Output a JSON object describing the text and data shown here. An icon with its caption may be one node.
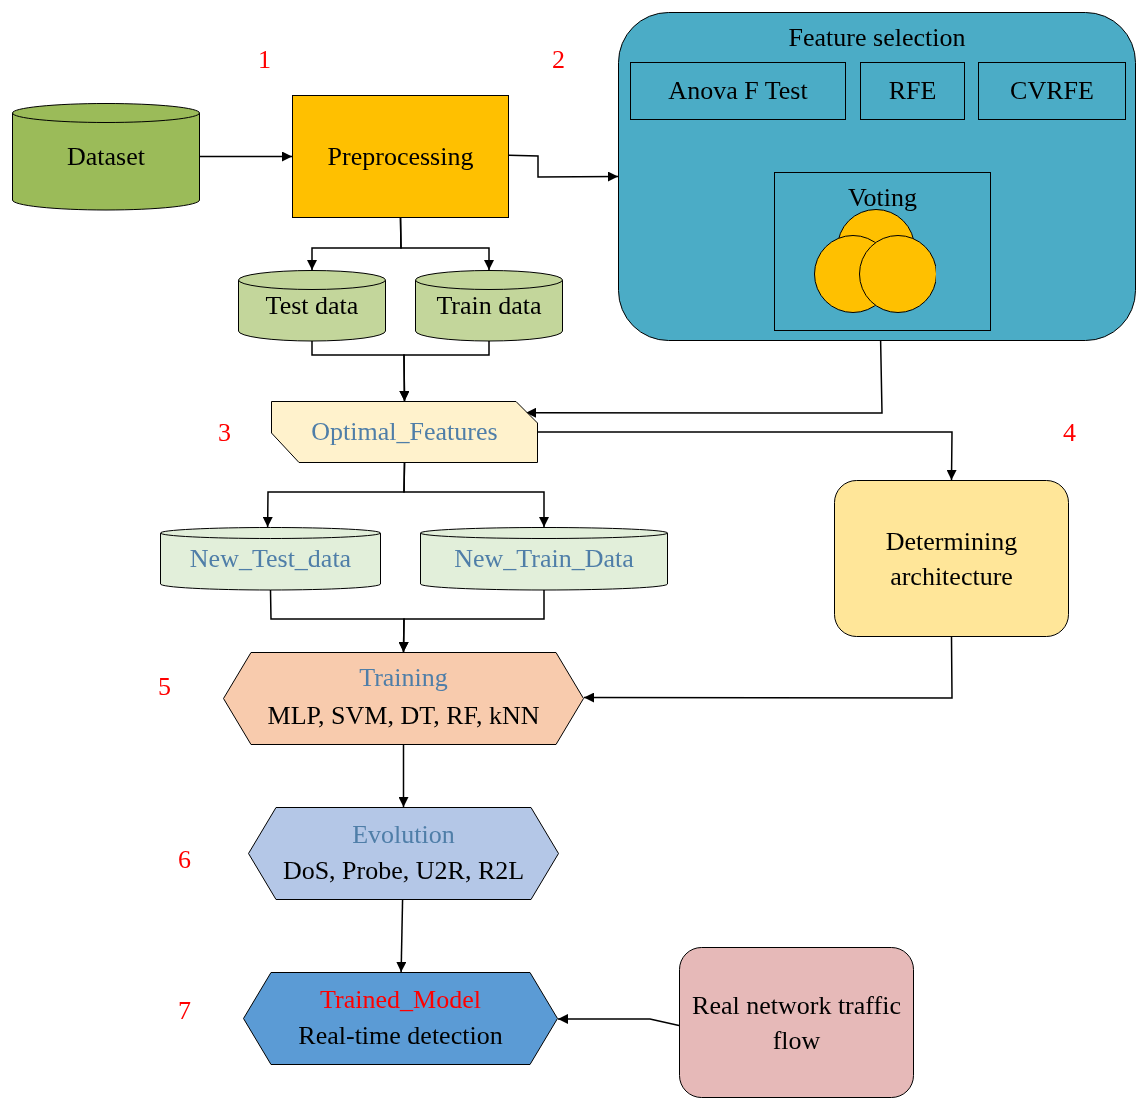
{
  "diagram": {
    "nodes": [
      {
        "text": [
          "Dataset"
        ]
      },
      {
        "text": [
          "Preprocessing"
        ]
      },
      {
        "text": [
          "Feature selection"
        ]
      },
      {
        "text": [
          "Anova F Test"
        ],
        "in": 2
      },
      {
        "text": [
          "RFE"
        ],
        "in": 2
      },
      {
        "text": [
          "CVRFE"
        ],
        "in": 2
      },
      {
        "text": [
          "Voting"
        ],
        "in": 2
      },
      {
        "text": [
          "Test data"
        ]
      },
      {
        "text": [
          "Train data"
        ]
      },
      {
        "text": [
          "Optimal_Features"
        ]
      },
      {
        "text": [
          "Determining architecture"
        ]
      },
      {
        "text": [
          "New_Test_data"
        ]
      },
      {
        "text": [
          "New_Train_Data"
        ]
      },
      {
        "text": [
          "Training",
          "MLP, SVM, DT, RF, kNN"
        ]
      },
      {
        "text": [
          "Evolution",
          "DoS, Probe, U2R, R2L"
        ]
      },
      {
        "text": [
          "Trained_Model",
          "Real-time detection"
        ]
      },
      {
        "text": [
          "Real network traffic flow"
        ]
      }
    ],
    "edges": [
      {
        "from": 0,
        "to": 1,
        "arrow": "to"
      },
      {
        "from": 1,
        "to": 2,
        "arrow": "to"
      },
      {
        "from": 1,
        "to": 7,
        "arrow": "to"
      },
      {
        "from": 1,
        "to": 8,
        "arrow": "to"
      },
      {
        "from": 7,
        "to": 9,
        "arrow": "to"
      },
      {
        "from": 8,
        "to": 9,
        "arrow": "to"
      },
      {
        "from": 2,
        "to": 9,
        "arrow": "to"
      },
      {
        "from": 9,
        "to": 10,
        "arrow": "to"
      },
      {
        "from": 9,
        "to": 11,
        "arrow": "to"
      },
      {
        "from": 9,
        "to": 12,
        "arrow": "to"
      },
      {
        "from": 11,
        "to": 13,
        "arrow": "to"
      },
      {
        "from": 12,
        "to": 13,
        "arrow": "to"
      },
      {
        "from": 10,
        "to": 13,
        "arrow": "to"
      },
      {
        "from": 13,
        "to": 14,
        "arrow": "to"
      },
      {
        "from": 14,
        "to": 15,
        "arrow": "to"
      },
      {
        "from": 16,
        "to": 15,
        "arrow": "to"
      }
    ],
    "labels": [
      "1",
      "2",
      "3",
      "4",
      "5",
      "6",
      "7"
    ]
  }
}
